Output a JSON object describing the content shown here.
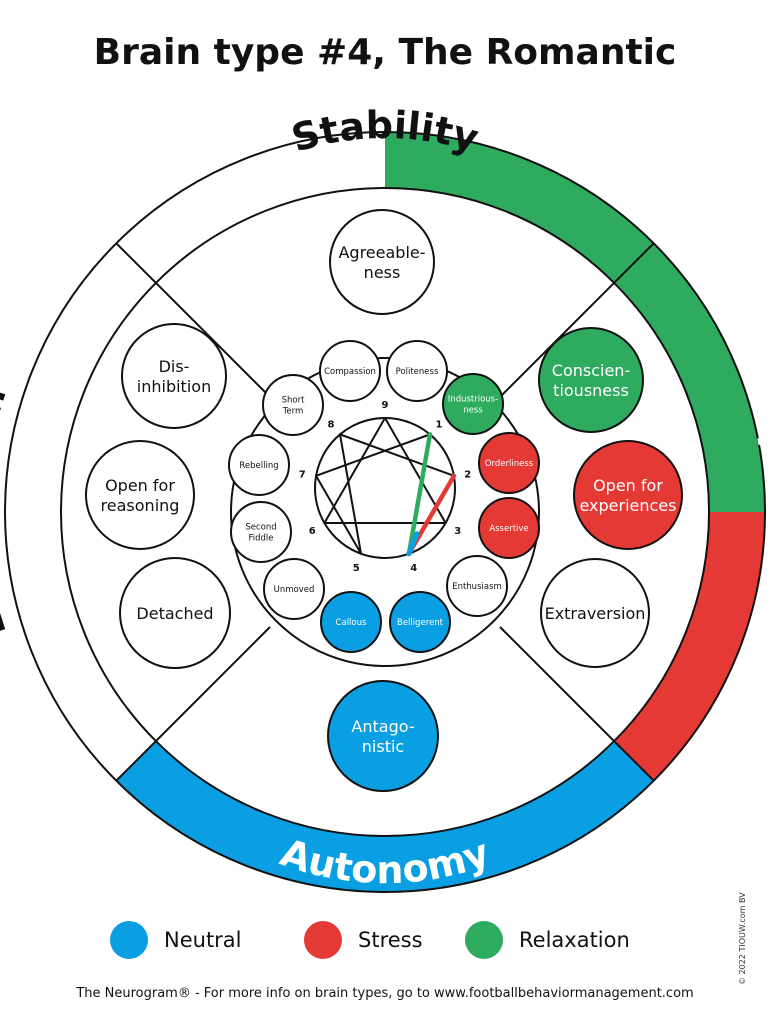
{
  "title": "Brain type #4, The Romantic",
  "colors": {
    "neutral": "#0a9fe3",
    "stress": "#e53935",
    "relaxation": "#2eab5f",
    "line": "#111111"
  },
  "ring_labels": {
    "top": "Stability",
    "right": "Exploitation",
    "bottom": "Autonomy",
    "left": "Exploration"
  },
  "traits": {
    "agreeableness": {
      "l1": "Agreeable-",
      "l2": "ness",
      "state": "none"
    },
    "conscientiousness": {
      "l1": "Conscien-",
      "l2": "tiousness",
      "state": "relaxation"
    },
    "open_experiences": {
      "l1": "Open for",
      "l2": "experiences",
      "state": "stress"
    },
    "extraversion": {
      "l1": "Extraversion",
      "state": "none"
    },
    "antagonistic": {
      "l1": "Antago-",
      "l2": "nistic",
      "state": "neutral"
    },
    "detached": {
      "l1": "Detached",
      "state": "none"
    },
    "open_reasoning": {
      "l1": "Open for",
      "l2": "reasoning",
      "state": "none"
    },
    "disinhibition": {
      "l1": "Dis-",
      "l2": "inhibition",
      "state": "none"
    }
  },
  "facets": {
    "compassion": {
      "l1": "Compassion",
      "state": "none"
    },
    "politeness": {
      "l1": "Politeness",
      "state": "none"
    },
    "industriousness": {
      "l1": "Industrious-",
      "l2": "ness",
      "state": "relaxation"
    },
    "orderliness": {
      "l1": "Orderliness",
      "state": "stress"
    },
    "assertive": {
      "l1": "Assertive",
      "state": "stress"
    },
    "enthusiasm": {
      "l1": "Enthusiasm",
      "state": "none"
    },
    "belligerent": {
      "l1": "Belligerent",
      "state": "neutral"
    },
    "callous": {
      "l1": "Callous",
      "state": "neutral"
    },
    "unmoved": {
      "l1": "Unmoved",
      "state": "none"
    },
    "second_fiddle": {
      "l1": "Second",
      "l2": "Fiddle",
      "state": "none"
    },
    "rebelling": {
      "l1": "Rebelling",
      "state": "none"
    },
    "short_term": {
      "l1": "Short",
      "l2": "Term",
      "state": "none"
    }
  },
  "enneagram": {
    "numbers": [
      "1",
      "2",
      "3",
      "4",
      "5",
      "6",
      "7",
      "8",
      "9"
    ],
    "path": [
      {
        "from": "4",
        "to": "1",
        "color": "relaxation"
      },
      {
        "from": "4",
        "to": "2",
        "color": "stress"
      }
    ]
  },
  "legend": [
    {
      "label": "Neutral",
      "color": "neutral"
    },
    {
      "label": "Stress",
      "color": "stress"
    },
    {
      "label": "Relaxation",
      "color": "relaxation"
    }
  ],
  "footer": "The Neurogram® - For more info on brain types, go to www.footballbehaviormanagement.com",
  "copyright": "© 2022 TIOUW.com BV"
}
